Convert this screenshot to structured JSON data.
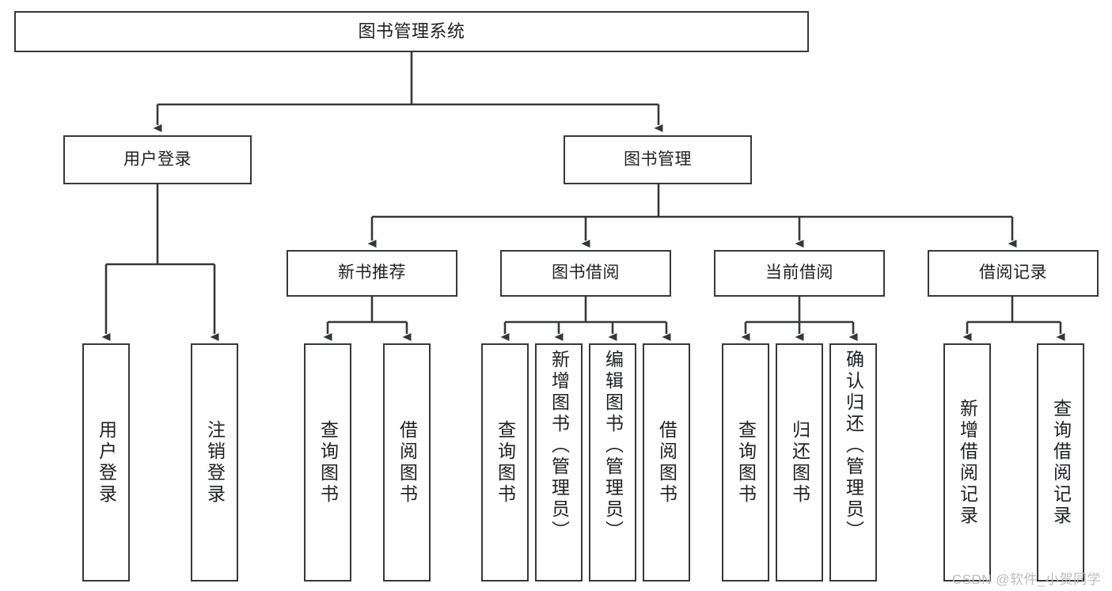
{
  "diagram": {
    "title": "图书管理系统",
    "type": "tree",
    "watermark": "CSDN @软件_小贺同学",
    "stroke_color": "#35383b",
    "background_color": "#ffffff",
    "text_color": "#1d1f21",
    "levels": {
      "root": {
        "label": "图书管理系统"
      },
      "level2": [
        {
          "label": "用户登录"
        },
        {
          "label": "图书管理"
        }
      ],
      "level3": [
        {
          "label": "新书推荐"
        },
        {
          "label": "图书借阅"
        },
        {
          "label": "当前借阅"
        },
        {
          "label": "借阅记录"
        }
      ],
      "leaves": {
        "user_login": [
          {
            "label": "用户登录"
          },
          {
            "label": "注销登录"
          }
        ],
        "new_book_recommend": [
          {
            "label": "查询图书"
          },
          {
            "label": "借阅图书"
          }
        ],
        "book_borrow": [
          {
            "label": "查询图书"
          },
          {
            "label": "新增图书（管理员）"
          },
          {
            "label": "编辑图书（管理员）"
          },
          {
            "label": "借阅图书"
          }
        ],
        "current_borrow": [
          {
            "label": "查询图书"
          },
          {
            "label": "归还图书"
          },
          {
            "label": "确认归还（管理员）"
          }
        ],
        "borrow_record": [
          {
            "label": "新增借阅记录"
          },
          {
            "label": "查询借阅记录"
          }
        ]
      }
    }
  }
}
